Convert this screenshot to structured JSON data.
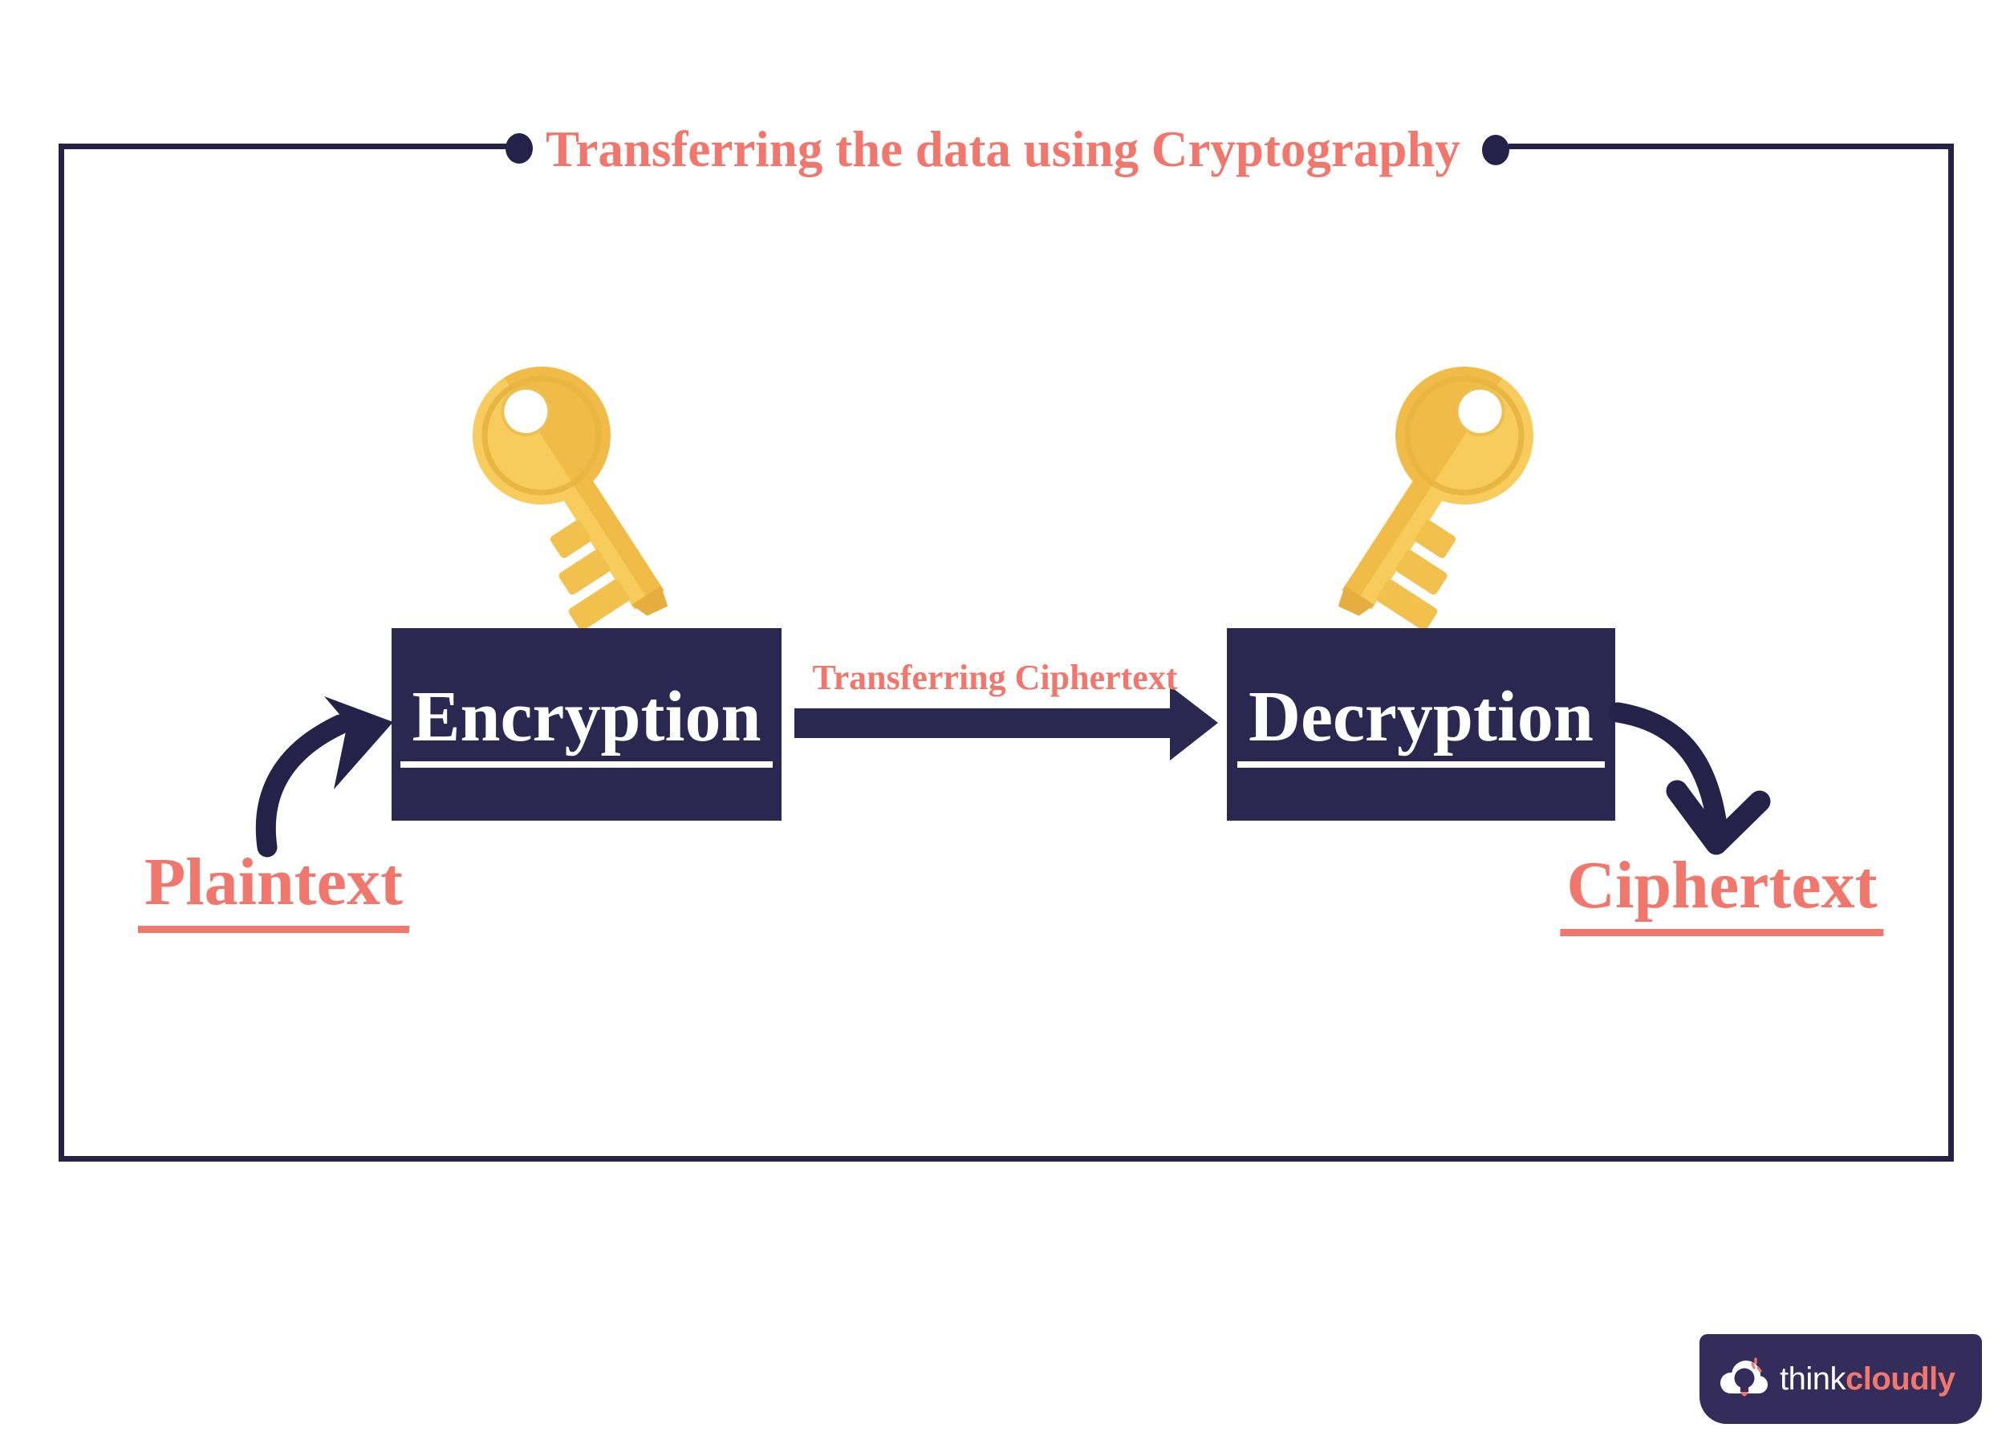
{
  "title": {
    "text": "Transferring the data using Cryptography"
  },
  "diagram": {
    "encryption_box": {
      "label": "Encryption"
    },
    "decryption_box": {
      "label": "Decryption"
    },
    "transfer_arrow": {
      "label": "Transferring Ciphertext",
      "direction": "right"
    },
    "plaintext": {
      "label": "Plaintext"
    },
    "ciphertext": {
      "label": "Ciphertext"
    },
    "keys": [
      {
        "name": "encryption-key-icon",
        "position": "above-encryption-box"
      },
      {
        "name": "decryption-key-icon",
        "position": "above-decryption-box"
      }
    ]
  },
  "logo": {
    "icon": "cloud-bulb-icon",
    "brand_first": "think",
    "brand_second": "cloudly"
  },
  "colors": {
    "navy_dark": "#262149",
    "navy_box": "#2A2751",
    "logo_background": "#342C5B",
    "coral_accent": "#F1776C",
    "key_gold_light": "#F7CC5C",
    "key_gold_dark": "#F0BC47",
    "key_gold_shade": "#E6AD3F",
    "white": "#FFFFFF"
  }
}
